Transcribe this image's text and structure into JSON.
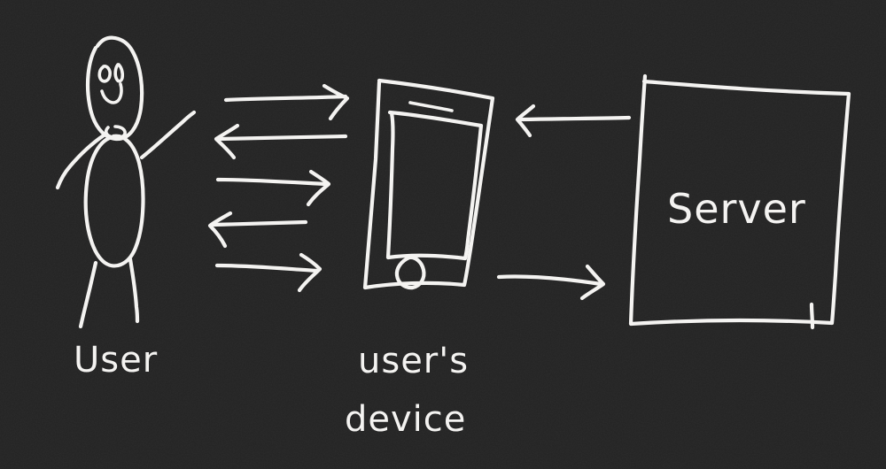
{
  "board": {
    "background_color": "#232323",
    "ink_color": "#f4f3f1",
    "style": "hand-drawn whiteboard sketch"
  },
  "labels": {
    "user": "User",
    "device_line1": "user's",
    "device_line2": "device",
    "server": "Server"
  },
  "nodes": [
    {
      "id": "user",
      "name": "stick-figure-user",
      "label": "User"
    },
    {
      "id": "device",
      "name": "mobile-phone",
      "label": "user's device"
    },
    {
      "id": "server",
      "name": "server-box",
      "label": "Server"
    }
  ],
  "connectors": [
    {
      "id": "a1",
      "from": "user",
      "to": "device",
      "direction": "right"
    },
    {
      "id": "a2",
      "from": "device",
      "to": "user",
      "direction": "left"
    },
    {
      "id": "a3",
      "from": "user",
      "to": "device",
      "direction": "right"
    },
    {
      "id": "a4",
      "from": "device",
      "to": "user",
      "direction": "left"
    },
    {
      "id": "a5",
      "from": "user",
      "to": "device",
      "direction": "right"
    },
    {
      "id": "a6",
      "from": "server",
      "to": "device",
      "direction": "left"
    },
    {
      "id": "a7",
      "from": "device",
      "to": "server",
      "direction": "right"
    }
  ]
}
